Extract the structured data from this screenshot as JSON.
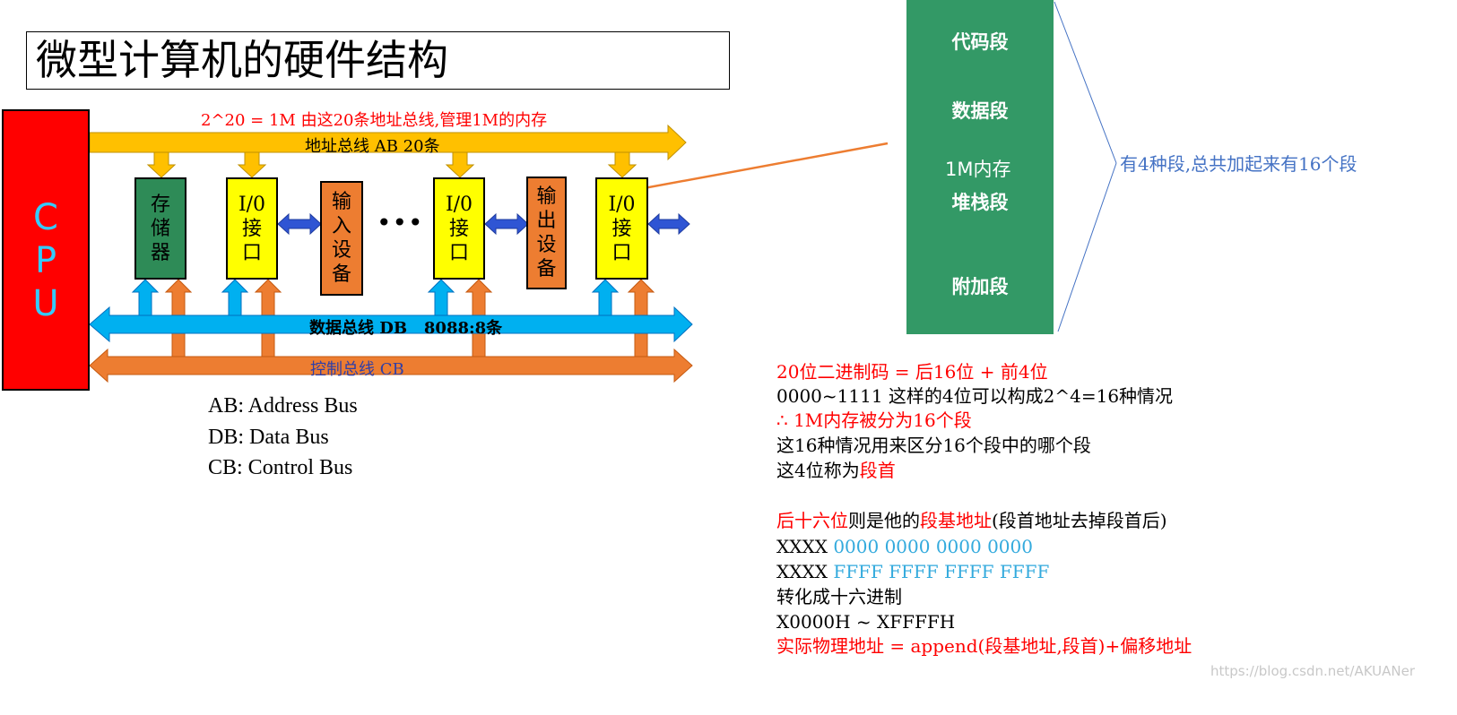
{
  "title": "微型计算机的硬件结构",
  "cpu": {
    "letters": [
      "C",
      "P",
      "U"
    ]
  },
  "buses": {
    "address_note": "2^20 = 1M  由这20条地址总线,管理1M的内存",
    "address_label": "地址总线 AB 20条",
    "data_label": "数据总线 DB   8088:8条",
    "control_label": "控制总线 CB"
  },
  "components": {
    "memory": [
      "存",
      "储",
      "器"
    ],
    "io1": [
      "I/0",
      "接",
      "口"
    ],
    "input": [
      "输",
      "入",
      "设",
      "备"
    ],
    "ellipsis": "•••",
    "io2": [
      "I/0",
      "接",
      "口"
    ],
    "output": [
      "输",
      "出",
      "设",
      "备"
    ],
    "io3": [
      "I/0",
      "接",
      "口"
    ]
  },
  "legend": [
    "AB: Address Bus",
    "DB: Data Bus",
    "CB: Control Bus"
  ],
  "memory_segments": {
    "segments": [
      "代码段",
      "数据段",
      "堆栈段",
      "附加段"
    ],
    "memory_label": "1M内存",
    "brace_note": "有4种段,总共加起来有16个段"
  },
  "notes": {
    "line1": "20位二进制码 = 后16位 + 前4位",
    "line2": "0000~1111  这样的4位可以构成2^4=16种情况",
    "line3": "∴ 1M内存被分为16个段",
    "line4": "这16种情况用来区分16个段中的哪个段",
    "line5_a": "这4位称为",
    "line5_b": "段首",
    "line6_a": "后十六位",
    "line6_b": "则是他的",
    "line6_c": "段基地址",
    "line6_d": "(段首地址去掉段首后)",
    "line7_a": "XXXX",
    "line7_b": "0000 0000 0000 0000",
    "line8_a": "XXXX",
    "line8_b": "FFFF FFFF FFFF FFFF",
    "line9": "转化成十六进制",
    "line10": "X0000H ~ XFFFFH",
    "line11": "实际物理地址 = append(段基地址,段首)+偏移地址"
  },
  "watermark": "https://blog.csdn.net/AKUANer",
  "colors": {
    "cpu": "#ff0000",
    "address_bus": "#ffc000",
    "data_bus": "#00b0f0",
    "control_bus": "#ed7d31",
    "segment": "#339966"
  }
}
